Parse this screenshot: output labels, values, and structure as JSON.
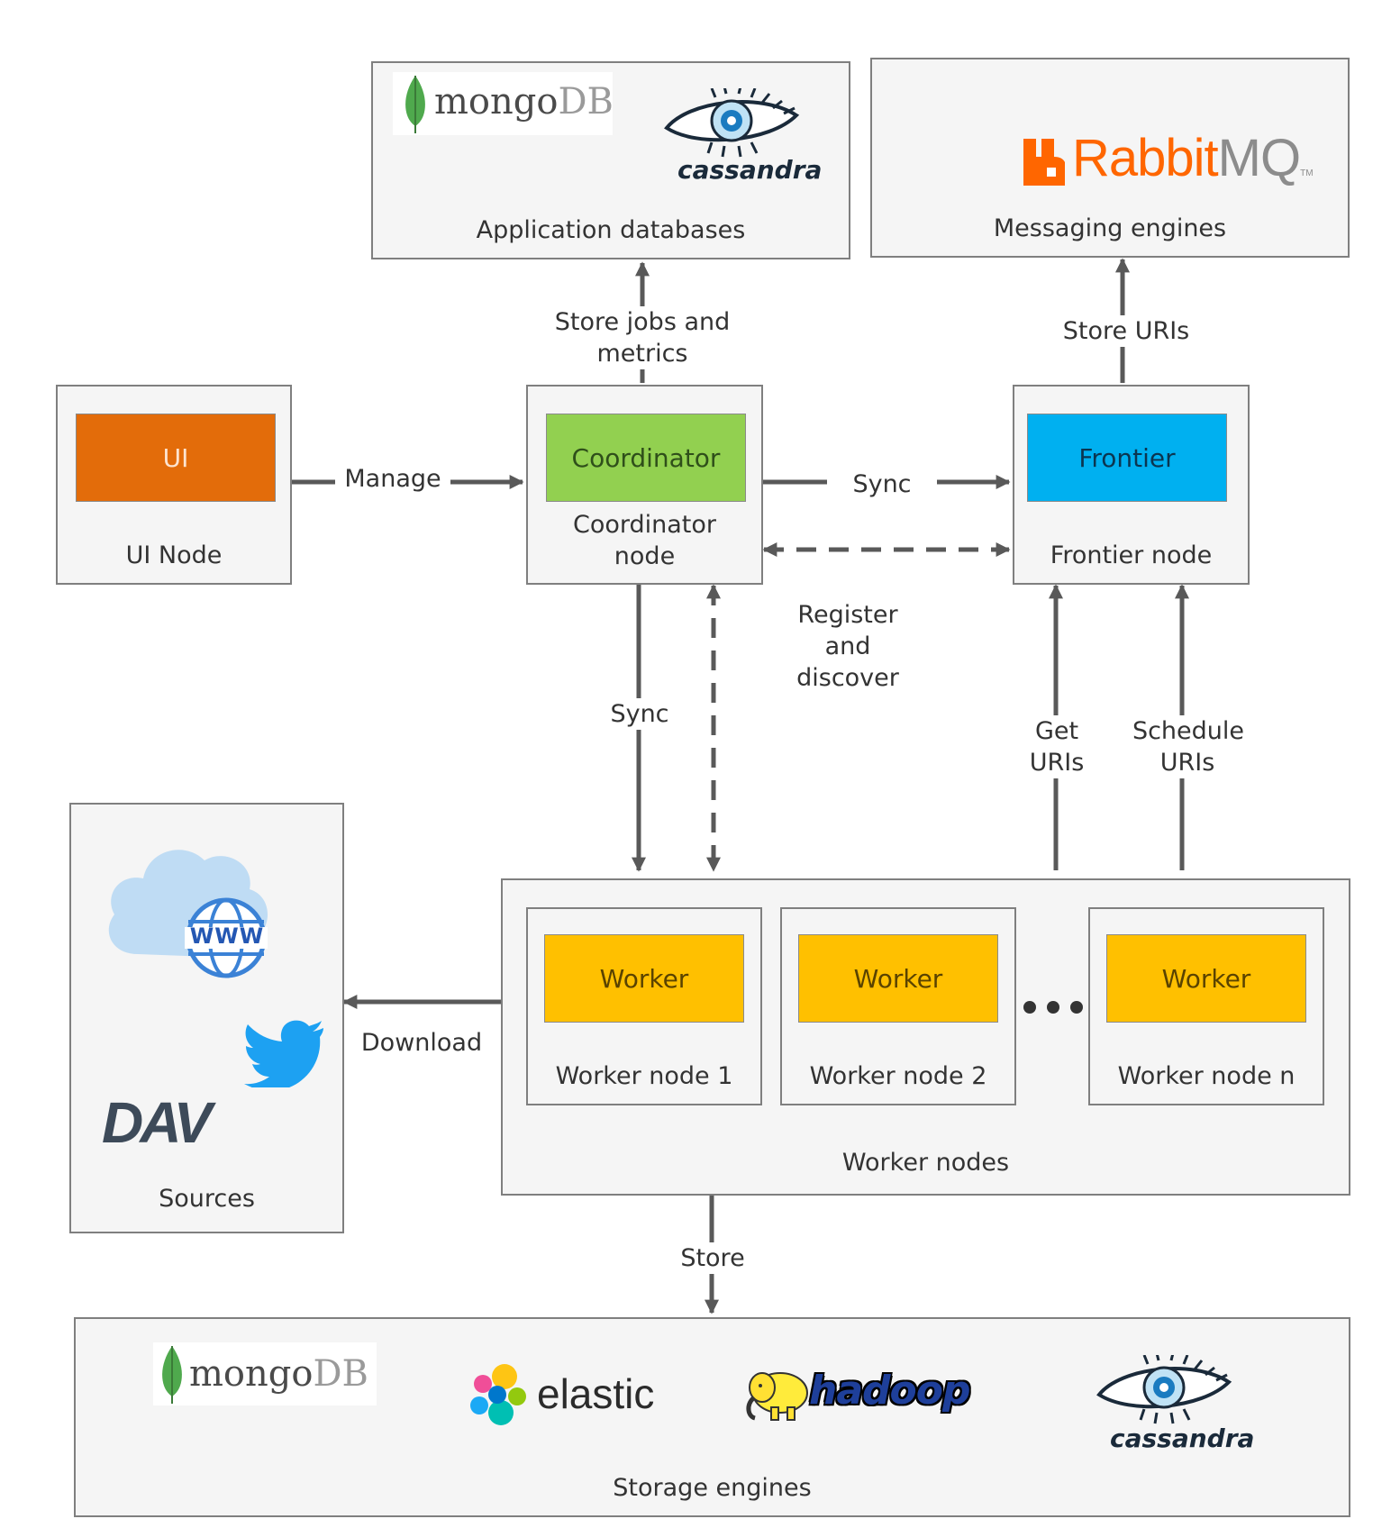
{
  "colors": {
    "ui": "#e36c0a",
    "coordinator": "#92d050",
    "frontier": "#00b0f0",
    "worker": "#ffc000",
    "box_fill": "#f5f5f5",
    "border": "#7f7f7f",
    "arrow": "#595959"
  },
  "app_db": {
    "caption": "Application databases",
    "logos": {
      "mongo": "mongo",
      "mongo_db": "DB",
      "cassandra": "cassandra"
    }
  },
  "messaging": {
    "caption": "Messaging engines",
    "logos": {
      "rabbit_a": "Rabbit",
      "rabbit_b": "MQ",
      "rabbit_tm": "TM"
    }
  },
  "ui_node": {
    "inner_label": "UI",
    "caption": "UI Node"
  },
  "coordinator_node": {
    "inner_label": "Coordinator",
    "caption_line1": "Coordinator",
    "caption_line2": "node"
  },
  "frontier_node": {
    "inner_label": "Frontier",
    "caption": "Frontier node"
  },
  "worker_nodes": {
    "caption": "Worker nodes",
    "nodes": [
      {
        "inner_label": "Worker",
        "caption": "Worker node 1"
      },
      {
        "inner_label": "Worker",
        "caption": "Worker node 2"
      },
      {
        "inner_label": "Worker",
        "caption": "Worker node n"
      }
    ]
  },
  "sources": {
    "caption": "Sources",
    "logos": {
      "www": "WWW",
      "dav": "DAV"
    },
    "icons": [
      "cloud-icon",
      "globe-icon",
      "twitter-bird-icon"
    ]
  },
  "storage": {
    "caption": "Storage engines",
    "logos": {
      "mongo": "mongo",
      "mongo_db": "DB",
      "elastic": "elastic",
      "hadoop": "hadoop",
      "cassandra": "cassandra"
    }
  },
  "edges": {
    "store_jobs_line1": "Store jobs and",
    "store_jobs_line2": "metrics",
    "store_uris": "Store URIs",
    "manage": "Manage",
    "sync_frontier": "Sync",
    "register_line1": "Register",
    "register_line2": "and",
    "register_line3": "discover",
    "sync_workers": "Sync",
    "get_uris_line1": "Get",
    "get_uris_line2": "URIs",
    "schedule_line1": "Schedule",
    "schedule_line2": "URIs",
    "download": "Download",
    "store": "Store"
  }
}
